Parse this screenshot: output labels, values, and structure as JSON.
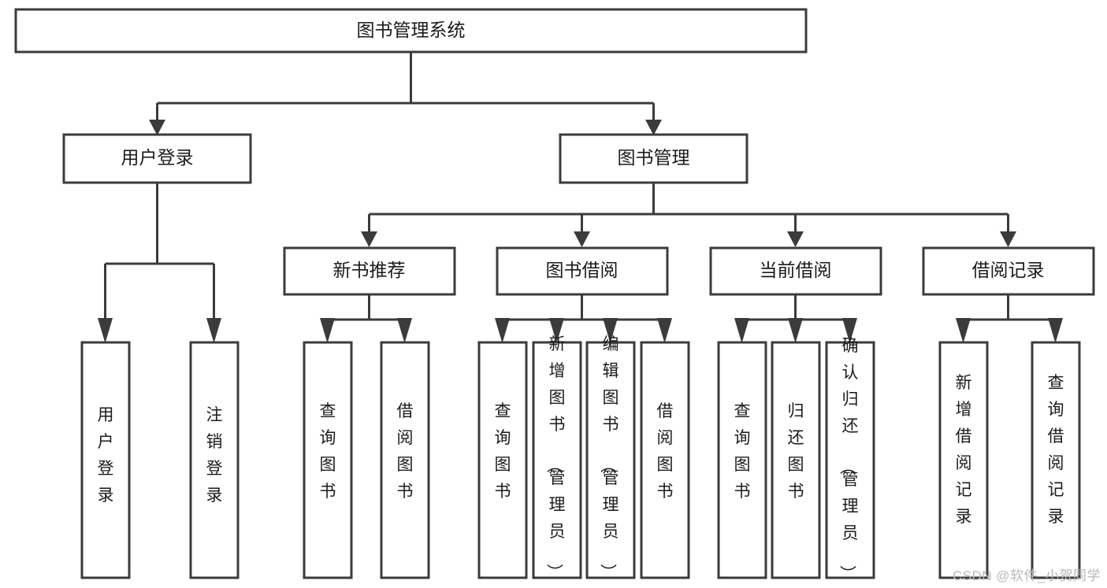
{
  "diagram": {
    "title": "图书管理系统",
    "type": "tree",
    "watermark": "CSDN @软件_小贺同学",
    "colors": {
      "stroke": "#3b3b3b",
      "fill": "#ffffff",
      "text": "#1b1b1b",
      "watermark": "#b8b8b8",
      "background": "#ffffff"
    },
    "root": {
      "label": "图书管理系统"
    },
    "level2": [
      {
        "label": "用户登录"
      },
      {
        "label": "图书管理"
      }
    ],
    "level3": [
      {
        "label": "新书推荐"
      },
      {
        "label": "图书借阅"
      },
      {
        "label": "当前借阅"
      },
      {
        "label": "借阅记录"
      }
    ],
    "leaves": {
      "user_login": [
        {
          "label": "用户登录"
        },
        {
          "label": "注销登录"
        }
      ],
      "new_book_recommend": [
        {
          "label": "查询图书"
        },
        {
          "label": "借阅图书"
        }
      ],
      "book_borrow": [
        {
          "label": "查询图书"
        },
        {
          "label": "新增图书（管理员）"
        },
        {
          "label": "编辑图书（管理员）"
        },
        {
          "label": "借阅图书"
        }
      ],
      "current_borrow": [
        {
          "label": "查询图书"
        },
        {
          "label": "归还图书"
        },
        {
          "label": "确认归还（管理员）"
        }
      ],
      "borrow_record": [
        {
          "label": "新增借阅记录"
        },
        {
          "label": "查询借阅记录"
        }
      ]
    }
  }
}
